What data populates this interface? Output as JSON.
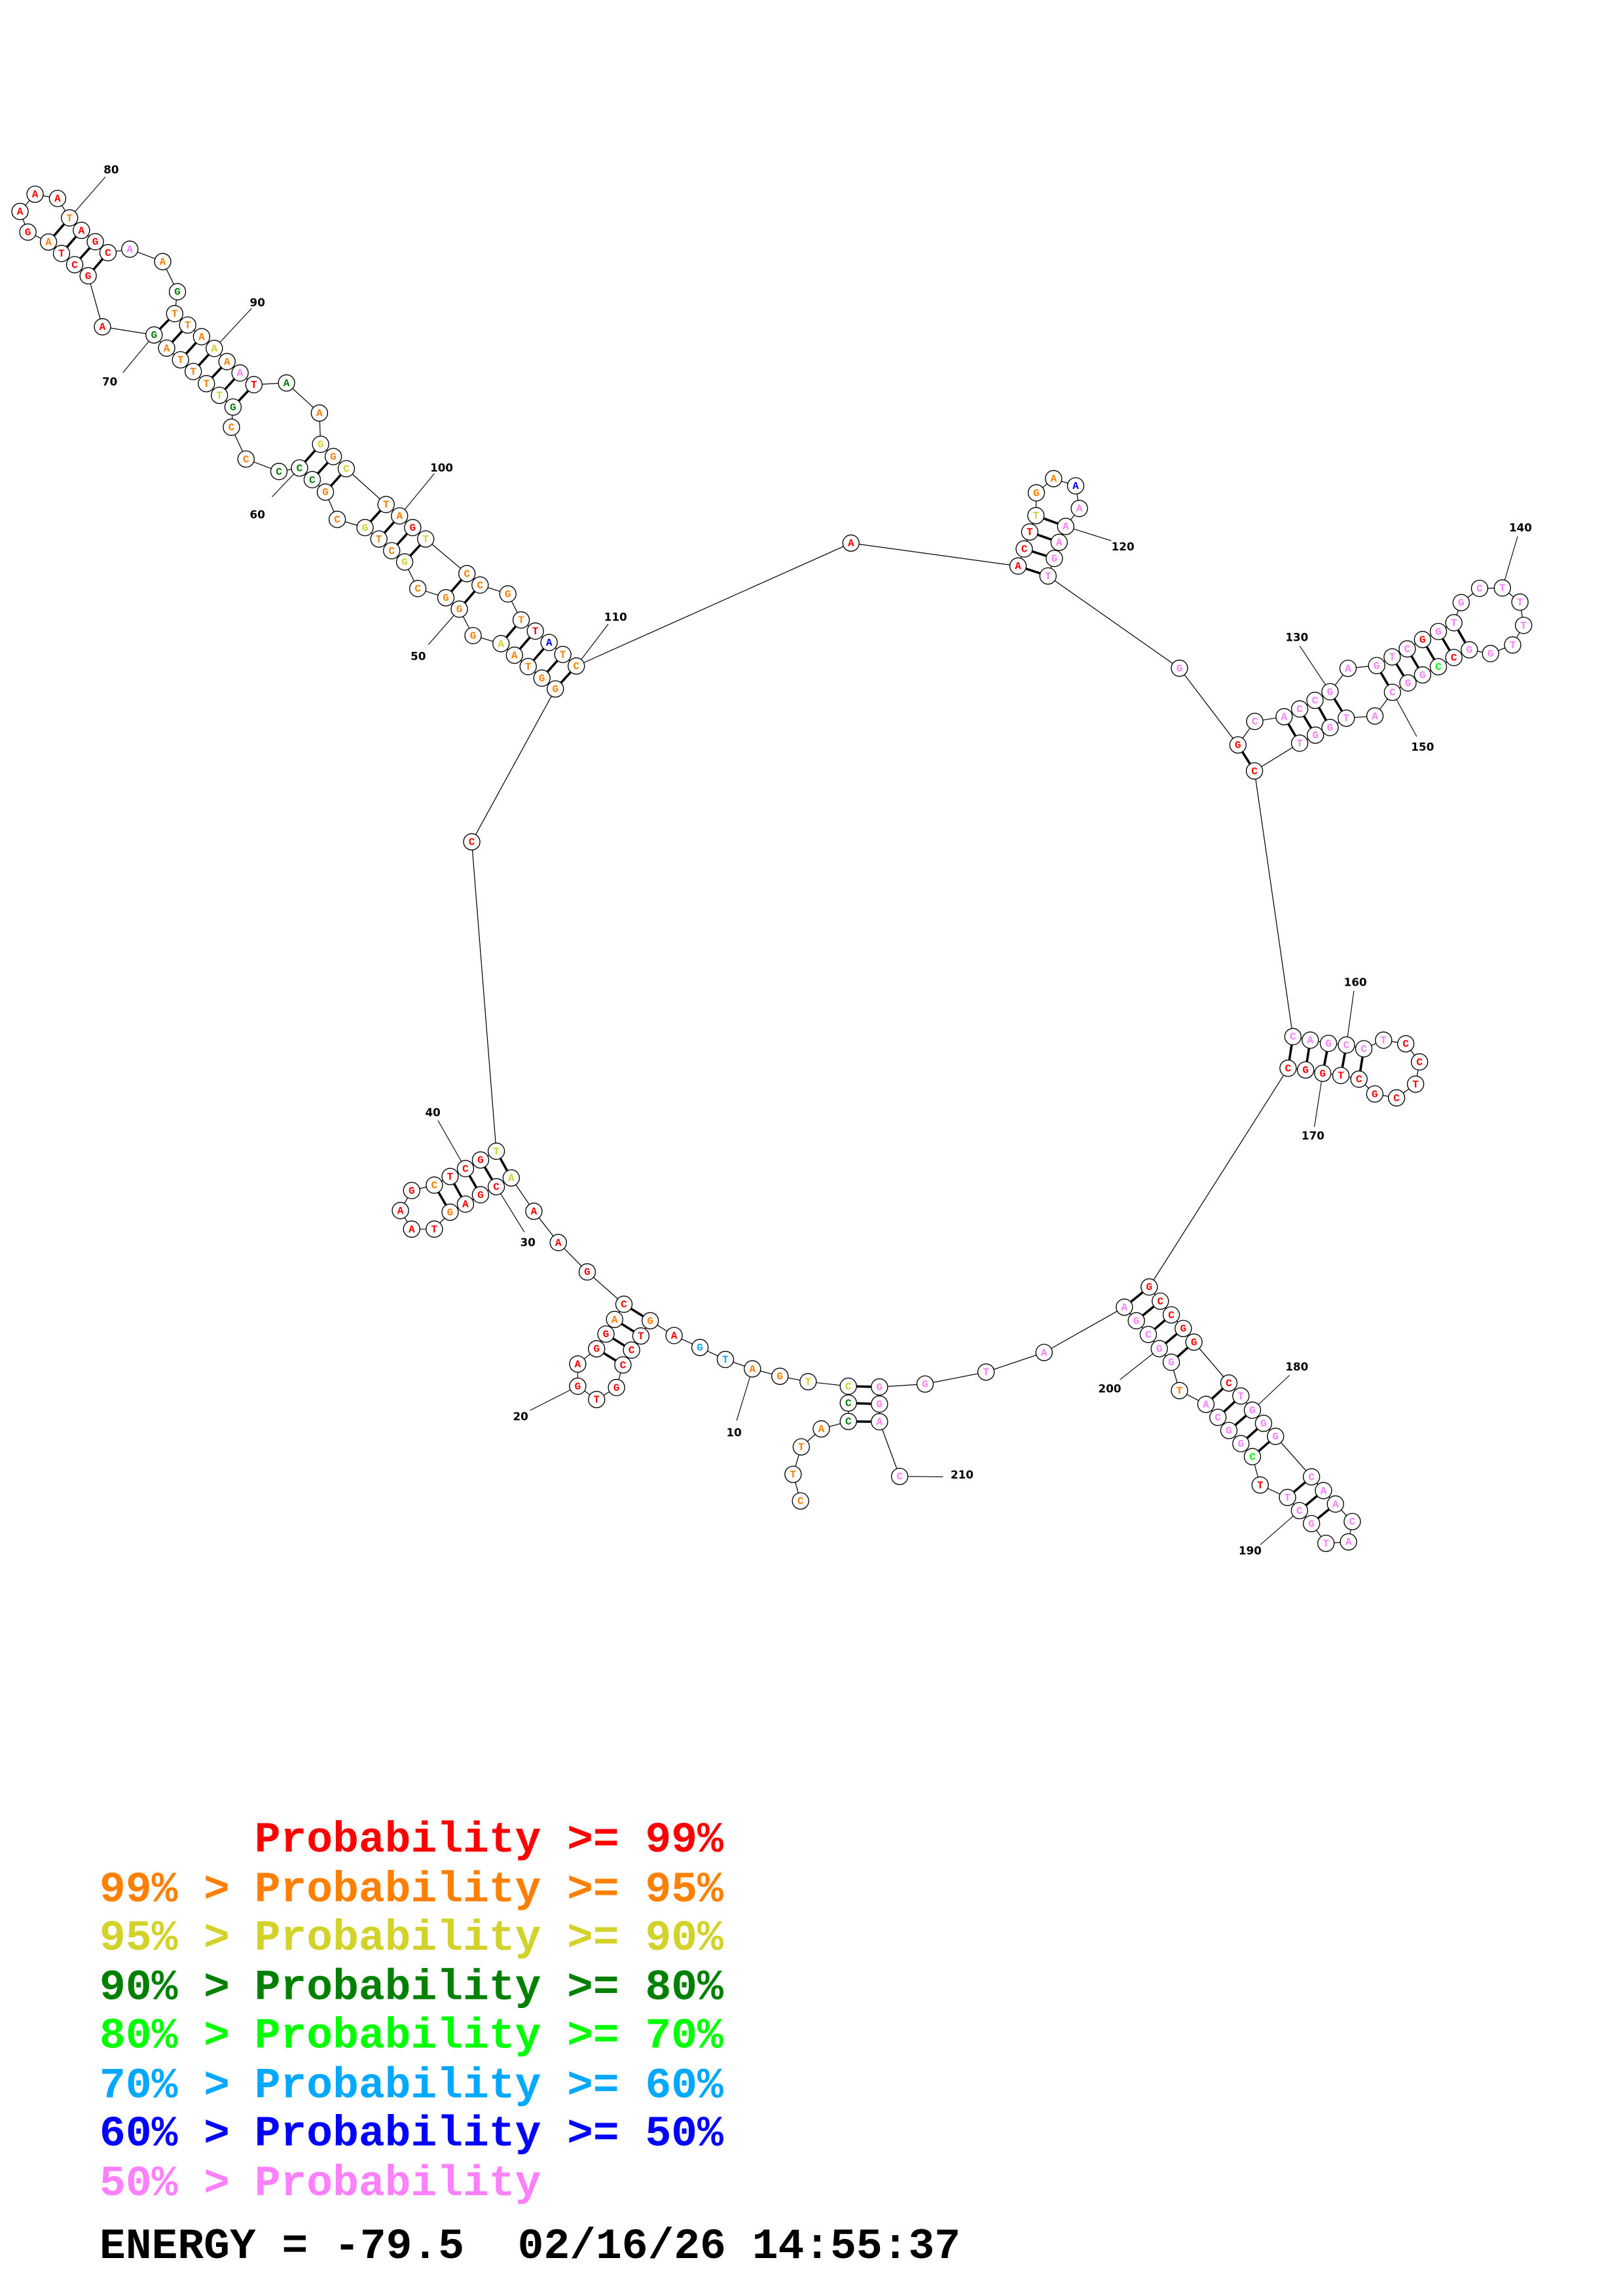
{
  "structure": {
    "sequence": "CTTACCCTGATGAGTCCGTGAGGACGAAACGAGTAAGCTCGTCGGTAAGGGCGCTGCGCCCCCGTTTTAGAGCTAGAAATAGCAAGTTAAAATAAGGCTAGTCCGTTATCAACTTGAAAAAGTGGCACCGAGTCGGTGCTTTTGGCCGGCATGGTCCAGCCTCCTCGCTGGCGCCGGCTGGGCAACATGCTTCGGCATGGCGAATGGGAC",
    "colors": "ooooggyyooccrorrrrrrrrrorrrryrrrorrrrorrryrooooyooooyooyoogggoogyoooogrrrrorrrrorrraogoooyoargoyoyooryoooorboorrrryoobpppppprpppppppppr",
    "pairs": [
      [
        5,
        209
      ],
      [
        6,
        208
      ],
      [
        7,
        207
      ],
      [
        14,
        25
      ],
      [
        15,
        24
      ],
      [
        16,
        23
      ],
      [
        17,
        22
      ],
      [
        29,
        42
      ],
      [
        30,
        41
      ],
      [
        31,
        40
      ],
      [
        32,
        39
      ],
      [
        33,
        38
      ],
      [
        44,
        110
      ],
      [
        45,
        109
      ],
      [
        46,
        108
      ],
      [
        47,
        107
      ],
      [
        48,
        106
      ],
      [
        50,
        104
      ],
      [
        51,
        103
      ],
      [
        53,
        102
      ],
      [
        54,
        101
      ],
      [
        55,
        100
      ],
      [
        56,
        99
      ],
      [
        58,
        98
      ],
      [
        59,
        97
      ],
      [
        60,
        96
      ],
      [
        64,
        93
      ],
      [
        65,
        92
      ],
      [
        66,
        91
      ],
      [
        67,
        90
      ],
      [
        68,
        89
      ],
      [
        69,
        88
      ],
      [
        70,
        87
      ],
      [
        72,
        83
      ],
      [
        73,
        82
      ],
      [
        74,
        81
      ],
      [
        75,
        80
      ],
      [
        112,
        123
      ],
      [
        113,
        122
      ],
      [
        114,
        121
      ],
      [
        115,
        120
      ],
      [
        125,
        156
      ],
      [
        127,
        155
      ],
      [
        128,
        154
      ],
      [
        129,
        153
      ],
      [
        130,
        152
      ],
      [
        132,
        150
      ],
      [
        133,
        149
      ],
      [
        134,
        148
      ],
      [
        135,
        147
      ],
      [
        136,
        146
      ],
      [
        137,
        145
      ],
      [
        157,
        172
      ],
      [
        158,
        171
      ],
      [
        159,
        170
      ],
      [
        160,
        169
      ],
      [
        161,
        168
      ],
      [
        173,
        203
      ],
      [
        174,
        202
      ],
      [
        175,
        201
      ],
      [
        176,
        200
      ],
      [
        177,
        199
      ],
      [
        178,
        197
      ],
      [
        179,
        196
      ],
      [
        180,
        195
      ],
      [
        181,
        194
      ],
      [
        182,
        193
      ],
      [
        183,
        191
      ],
      [
        184,
        190
      ],
      [
        185,
        189
      ]
    ],
    "position_labels": [
      "10",
      "20",
      "30",
      "40",
      "50",
      "60",
      "70",
      "80",
      "90",
      "100",
      "110",
      "120",
      "130",
      "140",
      "150",
      "160",
      "170",
      "180",
      "190",
      "200",
      "210"
    ]
  },
  "palette": {
    "r": "#ff0000",
    "o": "#ff8000",
    "y": "#d2d22a",
    "g": "#008000",
    "G": "#00ff00",
    "c": "#00a8ff",
    "b": "#0000ff",
    "p": "#ff80ff"
  },
  "legend": [
    {
      "prefix": "",
      "text": "Probability >= 99%",
      "color": "#ff0000"
    },
    {
      "prefix": "99% >",
      "text": "Probability >= 95%",
      "color": "#ff8000"
    },
    {
      "prefix": "95% >",
      "text": "Probability >= 90%",
      "color": "#d2d22a"
    },
    {
      "prefix": "90% >",
      "text": "Probability >= 80%",
      "color": "#008000"
    },
    {
      "prefix": "80% >",
      "text": "Probability >= 70%",
      "color": "#00ff00"
    },
    {
      "prefix": "70% >",
      "text": "Probability >= 60%",
      "color": "#00a8ff"
    },
    {
      "prefix": "60% >",
      "text": "Probability >= 50%",
      "color": "#0000ff"
    },
    {
      "prefix": "50% >",
      "text": "Probability",
      "color": "#ff80ff"
    }
  ],
  "footer": {
    "energy": "ENERGY = -79.5",
    "timestamp": "02/16/26 14:55:37"
  }
}
